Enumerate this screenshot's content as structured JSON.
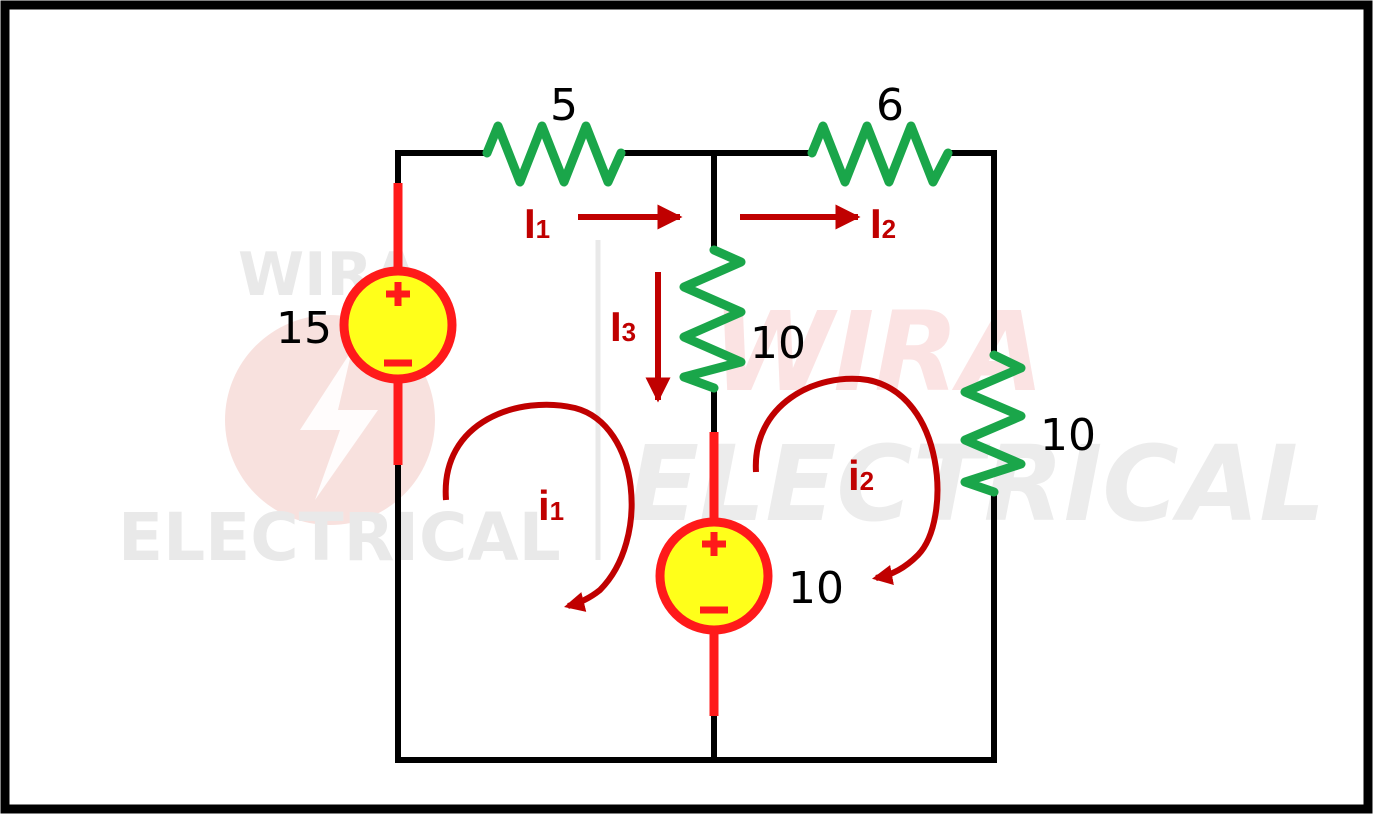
{
  "watermark": {
    "line1": "WIRA",
    "line2": "ELECTRICAL",
    "color": "#e6e6e6",
    "logo_color": "#f6d9d6"
  },
  "colors": {
    "wire": "#000000",
    "resistor": "#1aa64a",
    "source_wire": "#ff1a1a",
    "source_fill": "#ffff1a",
    "arrow": "#c00000"
  },
  "components": {
    "source_left_value": "15",
    "source_mid_value": "10",
    "r_top_left_value": "5",
    "r_top_right_value": "6",
    "r_mid_value": "10",
    "r_right_value": "10",
    "source_plus": "+",
    "source_minus": "−"
  },
  "currents": {
    "I1": {
      "letter": "I",
      "sub": "1"
    },
    "I2": {
      "letter": "I",
      "sub": "2"
    },
    "I3": {
      "letter": "I",
      "sub": "3"
    },
    "i1": {
      "letter": "i",
      "sub": "1"
    },
    "i2": {
      "letter": "i",
      "sub": "2"
    }
  }
}
